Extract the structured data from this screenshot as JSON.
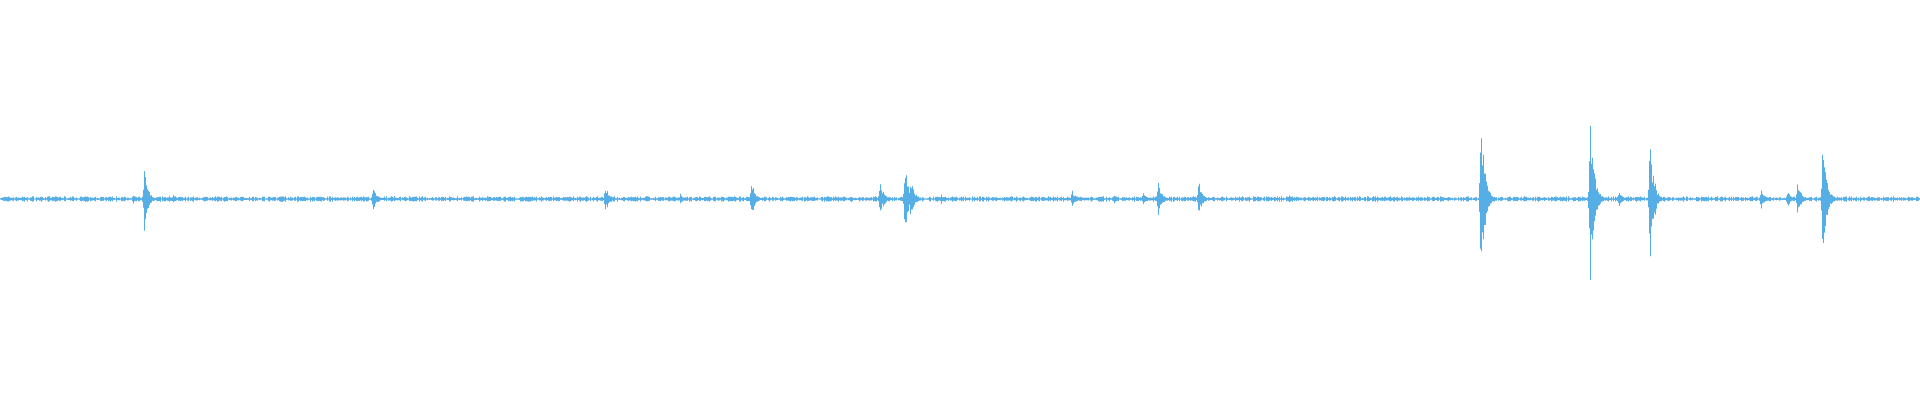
{
  "waveform": {
    "color": "#56aee6",
    "background": "#ffffff",
    "baseline_noise": 0.012,
    "peaks": [
      {
        "t": 0.029,
        "amp": 0.02
      },
      {
        "t": 0.043,
        "amp": 0.015
      },
      {
        "t": 0.069,
        "amp": 0.03
      },
      {
        "t": 0.075,
        "amp": 0.21
      },
      {
        "t": 0.09,
        "amp": 0.03
      },
      {
        "t": 0.146,
        "amp": 0.03
      },
      {
        "t": 0.158,
        "amp": 0.02
      },
      {
        "t": 0.194,
        "amp": 0.08
      },
      {
        "t": 0.257,
        "amp": 0.015
      },
      {
        "t": 0.288,
        "amp": 0.02
      },
      {
        "t": 0.315,
        "amp": 0.1
      },
      {
        "t": 0.354,
        "amp": 0.03
      },
      {
        "t": 0.391,
        "amp": 0.13
      },
      {
        "t": 0.42,
        "amp": 0.02
      },
      {
        "t": 0.431,
        "amp": 0.03
      },
      {
        "t": 0.458,
        "amp": 0.12
      },
      {
        "t": 0.471,
        "amp": 0.22
      },
      {
        "t": 0.474,
        "amp": 0.15
      },
      {
        "t": 0.49,
        "amp": 0.03
      },
      {
        "t": 0.507,
        "amp": 0.02
      },
      {
        "t": 0.558,
        "amp": 0.06
      },
      {
        "t": 0.58,
        "amp": 0.03
      },
      {
        "t": 0.595,
        "amp": 0.05
      },
      {
        "t": 0.603,
        "amp": 0.13
      },
      {
        "t": 0.624,
        "amp": 0.12
      },
      {
        "t": 0.671,
        "amp": 0.03
      },
      {
        "t": 0.712,
        "amp": 0.02
      },
      {
        "t": 0.771,
        "amp": 0.54
      },
      {
        "t": 0.773,
        "amp": 0.2
      },
      {
        "t": 0.828,
        "amp": 0.52
      },
      {
        "t": 0.83,
        "amp": 0.18
      },
      {
        "t": 0.843,
        "amp": 0.05
      },
      {
        "t": 0.859,
        "amp": 0.45
      },
      {
        "t": 0.917,
        "amp": 0.07
      },
      {
        "t": 0.931,
        "amp": 0.05
      },
      {
        "t": 0.936,
        "amp": 0.11
      },
      {
        "t": 0.949,
        "amp": 0.4
      },
      {
        "t": 0.951,
        "amp": 0.15
      },
      {
        "t": 0.995,
        "amp": 0.02
      }
    ]
  }
}
